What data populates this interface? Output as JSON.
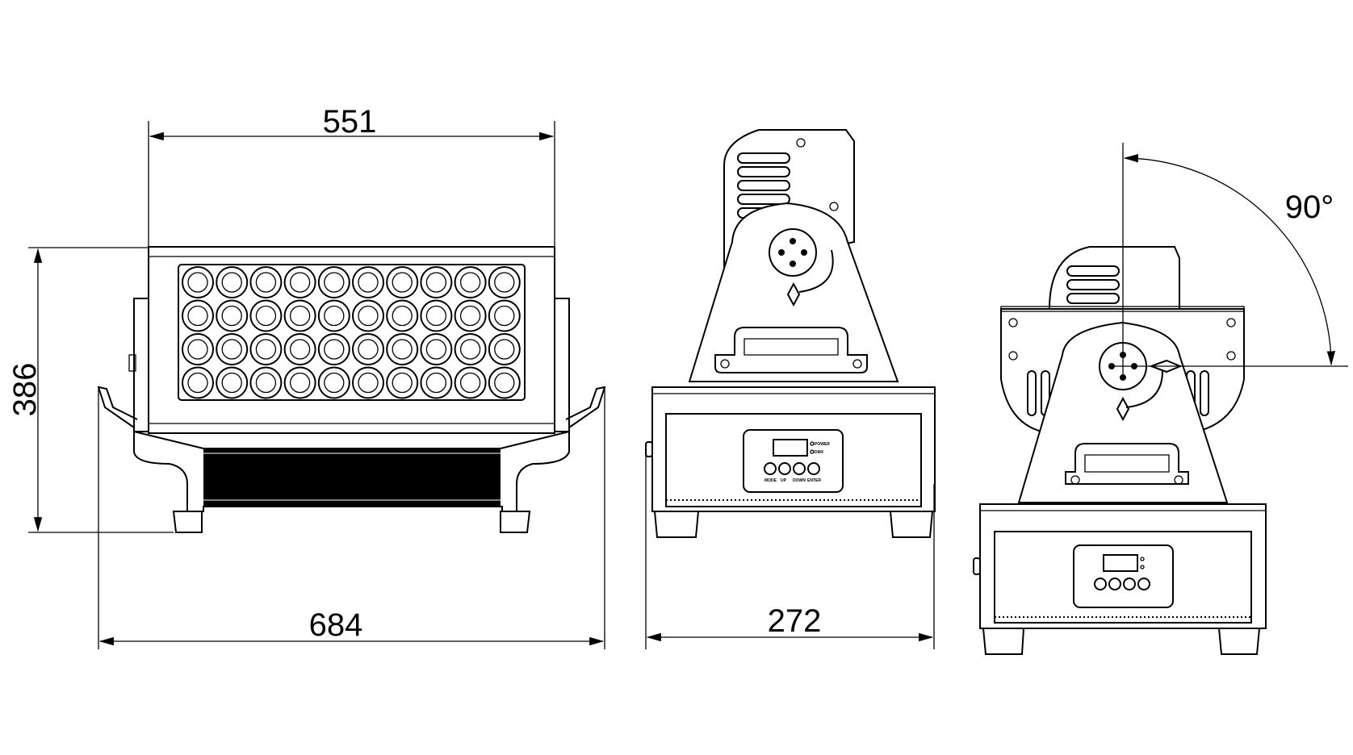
{
  "dimensions": {
    "width_top": "551",
    "height": "386",
    "width_overall": "684",
    "depth": "272",
    "tilt_angle": "90°"
  },
  "control_panel": {
    "indicators": [
      "POWER",
      "DMX"
    ],
    "buttons": [
      "MODE",
      "UP",
      "DOWN",
      "ENTER"
    ]
  },
  "colors": {
    "line": "#000000",
    "background": "#ffffff"
  }
}
